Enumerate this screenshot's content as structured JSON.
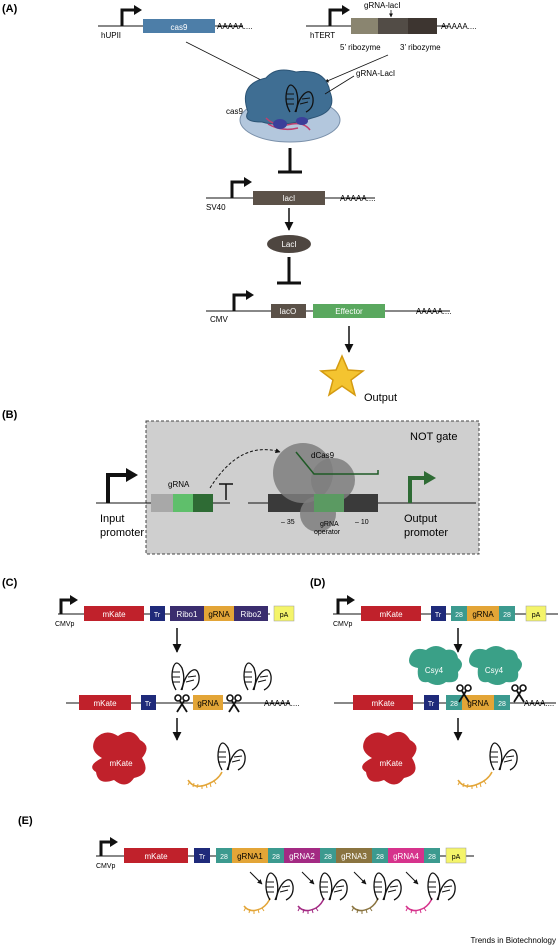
{
  "panels": {
    "A": "(A)",
    "B": "(B)",
    "C": "(C)",
    "D": "(D)",
    "E": "(E)"
  },
  "panel_a": {
    "promoter1": "hUPII",
    "gene1": "cas9",
    "tail1": "AAAAA....",
    "promoter2": "hTERT",
    "grna_top": "gRNA-lacI",
    "tail2": "AAAAA....",
    "ribozyme5": "5’ ribozyme",
    "ribozyme3": "3’ ribozyme",
    "cas9_label": "cas9",
    "complex_label": "gRNA-LacI",
    "promoter3": "SV40",
    "gene3": "lacI",
    "tail3": "AAAAA....",
    "protein": "LacI",
    "promoter4": "CMV",
    "operator": "lacO",
    "effector": "Effector",
    "tail4": "AAAAA....",
    "output": "Output"
  },
  "panel_b": {
    "gate": "NOT gate",
    "dcas9": "dCas9",
    "grna": "gRNA",
    "input_l1": "Input",
    "input_l2": "promoter",
    "minus35": "– 35",
    "minus10": "– 10",
    "operator_l1": "gRNA",
    "operator_l2": "operator",
    "output_l1": "Output",
    "output_l2": "promoter"
  },
  "panel_c": {
    "promoter": "CMVp",
    "mkate": "mKate",
    "tr": "Tr",
    "ribo1": "Ribo1",
    "grna": "gRNA",
    "ribo2": "Ribo2",
    "pa": "pA",
    "mkate2": "mKate",
    "tr2": "Tr",
    "grna2": "gRNA",
    "tail": "AAAAA....",
    "protein": "mKate"
  },
  "panel_d": {
    "promoter": "CMVp",
    "mkate": "mKate",
    "tr": "Tr",
    "r28a": "28",
    "grna": "gRNA",
    "r28b": "28",
    "pa": "pA",
    "csy4a": "Csy4",
    "csy4b": "Csy4",
    "mkate2": "mKate",
    "tr2": "Tr",
    "r28c": "28",
    "grna2": "gRNA",
    "r28d": "28",
    "tail": "AAAA....",
    "protein": "mKate"
  },
  "panel_e": {
    "promoter": "CMVp",
    "mkate": "mKate",
    "tr": "Tr",
    "r28_1": "28",
    "grna1": "gRNA1",
    "r28_2": "28",
    "grna2": "gRNA2",
    "r28_3": "28",
    "grna3": "gRNA3",
    "r28_4": "28",
    "grna4": "gRNA4",
    "r28_5": "28",
    "pa": "pA"
  },
  "credit": "Trends in Biotechnology",
  "colors": {
    "cas9": "#4d7ea8",
    "lacI": "#5b5148",
    "effector": "#5aa85f",
    "mkate": "#c0212b",
    "tr": "#1f2a7a",
    "ribo": "#3a2d6e",
    "grna": "#e3a537",
    "pa": "#f4f46a",
    "r28": "#3c9a8f",
    "csy4": "#3aa087",
    "grna2": "#a32a83",
    "grna4": "#d6338c"
  }
}
